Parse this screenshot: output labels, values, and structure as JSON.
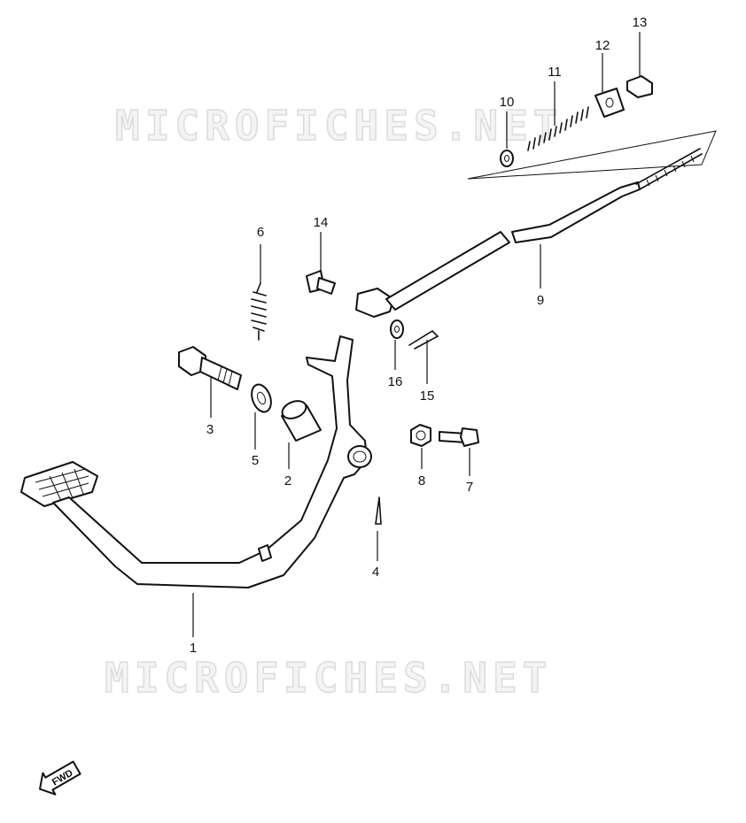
{
  "watermarks": {
    "top": "MICROFICHES.NET",
    "bottom": "MICROFICHES.NET"
  },
  "parts": [
    {
      "ref": "1"
    },
    {
      "ref": "2"
    },
    {
      "ref": "3"
    },
    {
      "ref": "4"
    },
    {
      "ref": "5"
    },
    {
      "ref": "6"
    },
    {
      "ref": "7"
    },
    {
      "ref": "8"
    },
    {
      "ref": "9"
    },
    {
      "ref": "10"
    },
    {
      "ref": "11"
    },
    {
      "ref": "12"
    },
    {
      "ref": "13"
    },
    {
      "ref": "14"
    },
    {
      "ref": "15"
    },
    {
      "ref": "16"
    }
  ],
  "direction_badge": {
    "label": "FWD",
    "icon": "forward-arrow-icon"
  },
  "colors": {
    "ink": "#111111",
    "watermark": "#dcdcdc",
    "background": "#ffffff"
  }
}
